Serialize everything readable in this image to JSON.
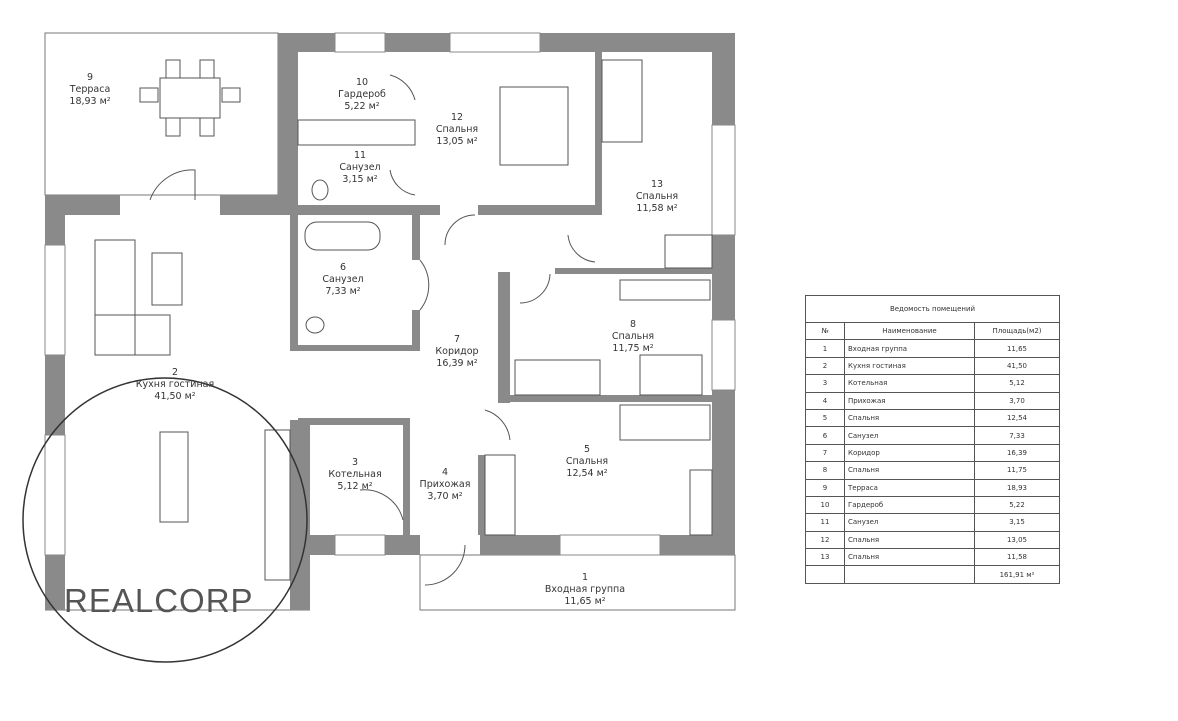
{
  "rooms": [
    {
      "num": "1",
      "name": "Входная группа",
      "area": "11,65 м²"
    },
    {
      "num": "2",
      "name": "Кухня гостиная",
      "area": "41,50 м²"
    },
    {
      "num": "3",
      "name": "Котельная",
      "area": "5,12 м²"
    },
    {
      "num": "4",
      "name": "Прихожая",
      "area": "3,70 м²"
    },
    {
      "num": "5",
      "name": "Спальня",
      "area": "12,54 м²"
    },
    {
      "num": "6",
      "name": "Санузел",
      "area": "7,33 м²"
    },
    {
      "num": "7",
      "name": "Коридор",
      "area": "16,39 м²"
    },
    {
      "num": "8",
      "name": "Спальня",
      "area": "11,75 м²"
    },
    {
      "num": "9",
      "name": "Терраса",
      "area": "18,93 м²"
    },
    {
      "num": "10",
      "name": "Гардероб",
      "area": "5,22 м²"
    },
    {
      "num": "11",
      "name": "Санузел",
      "area": "3,15 м²"
    },
    {
      "num": "12",
      "name": "Спальня",
      "area": "13,05 м²"
    },
    {
      "num": "13",
      "name": "Спальня",
      "area": "11,58 м²"
    }
  ],
  "schedule": {
    "title": "Ведомость помещений",
    "headers": [
      "№",
      "Наименование",
      "Площадь(м2)"
    ],
    "rows": [
      [
        "1",
        "Входная группа",
        "11,65"
      ],
      [
        "2",
        "Кухня гостиная",
        "41,50"
      ],
      [
        "3",
        "Котельная",
        "5,12"
      ],
      [
        "4",
        "Прихожая",
        "3,70"
      ],
      [
        "5",
        "Спальня",
        "12,54"
      ],
      [
        "6",
        "Санузел",
        "7,33"
      ],
      [
        "7",
        "Коридор",
        "16,39"
      ],
      [
        "8",
        "Спальня",
        "11,75"
      ],
      [
        "9",
        "Терраса",
        "18,93"
      ],
      [
        "10",
        "Гардероб",
        "5,22"
      ],
      [
        "11",
        "Санузел",
        "3,15"
      ],
      [
        "12",
        "Спальня",
        "13,05"
      ],
      [
        "13",
        "Спальня",
        "11,58"
      ]
    ],
    "total": "161,91 м²"
  },
  "watermark": "REALCORP"
}
